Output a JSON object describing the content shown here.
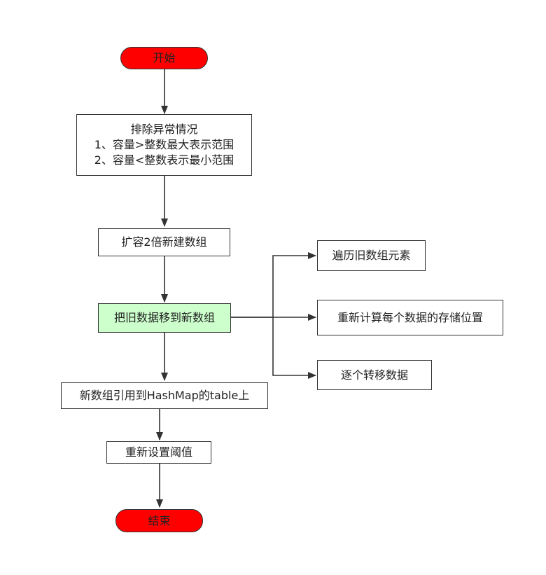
{
  "colors": {
    "terminal_fill": "#ff0000",
    "highlight_fill": "#ccffcc",
    "stroke": "#333333"
  },
  "flowchart": {
    "start": "开始",
    "exceptions": {
      "line1": "排除异常情况",
      "line2": "1、容量>整数最大表示范围",
      "line3": "2、容量<整数表示最小范围"
    },
    "expand": "扩容2倍新建数组",
    "move": "把旧数据移到新数组",
    "branches": {
      "traverse": "遍历旧数组元素",
      "recompute": "重新计算每个数据的存储位置",
      "transfer": "逐个转移数据"
    },
    "reference": "新数组引用到HashMap的table上",
    "threshold": "重新设置阈值",
    "end": "结束"
  }
}
